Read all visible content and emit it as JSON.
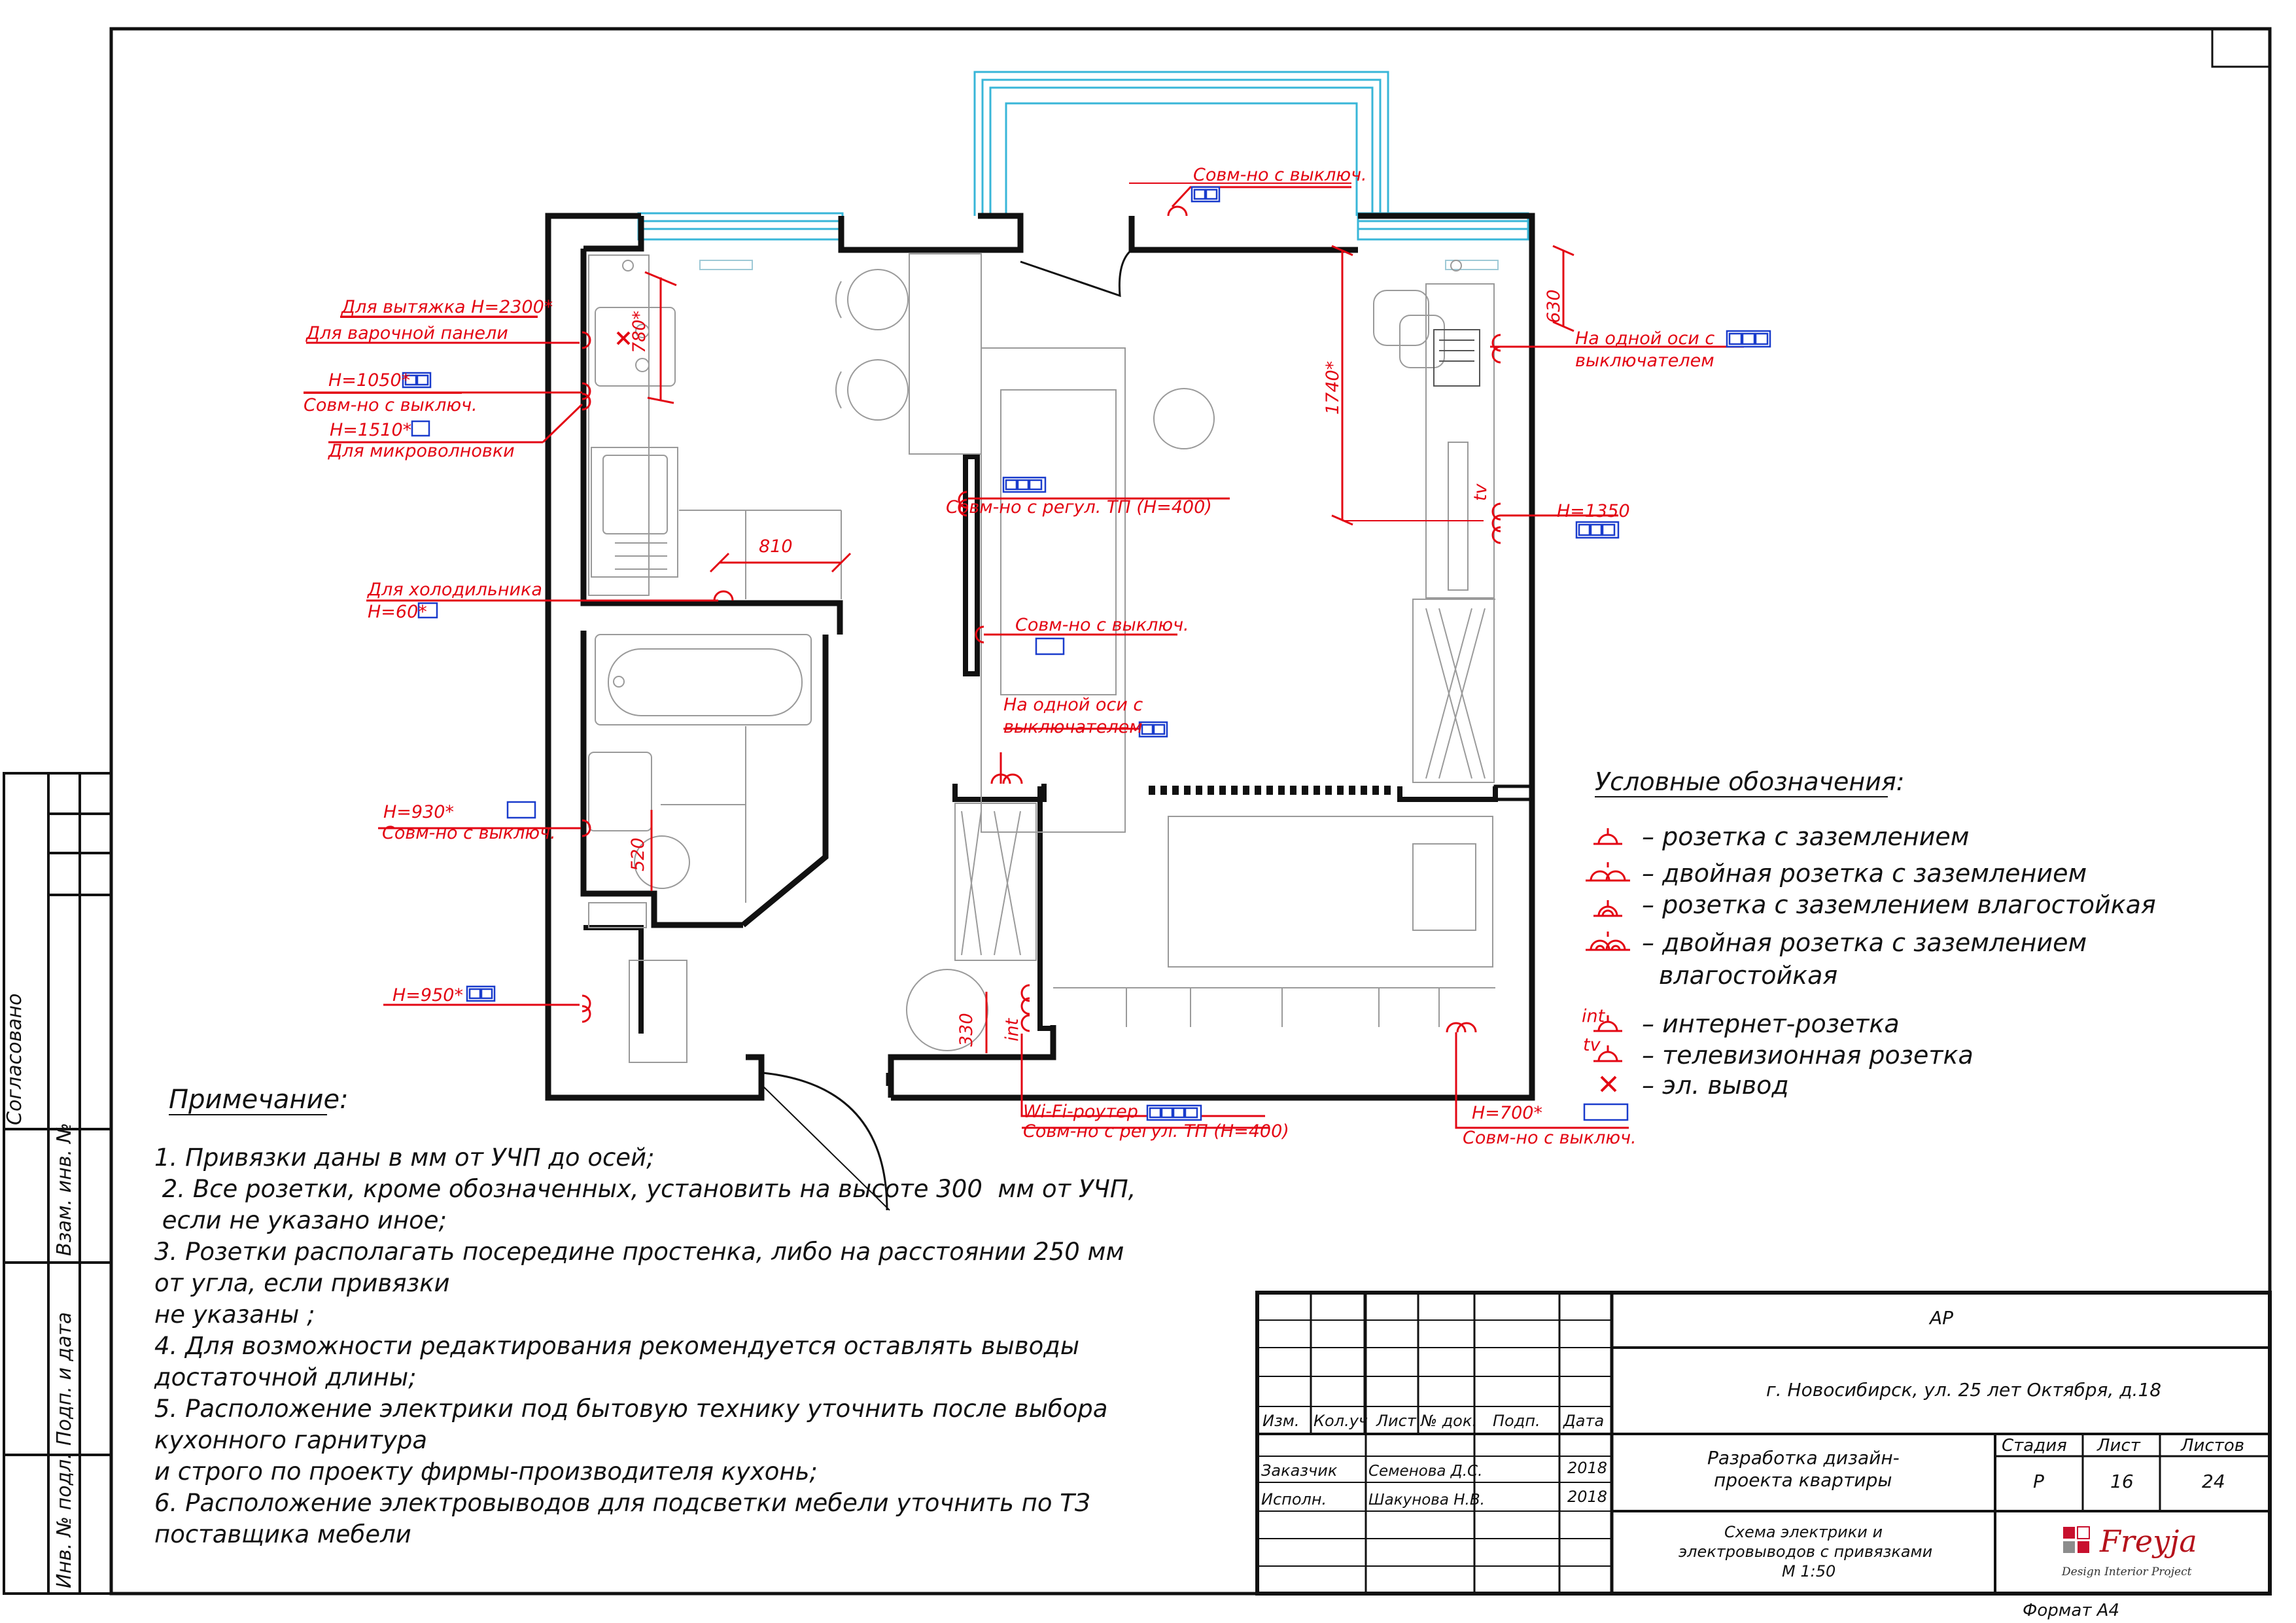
{
  "callouts": {
    "hood": "Для вытяжка Н=2300*",
    "hob": "Для варочной панели",
    "dim_780": "780*",
    "h1050": "Н=1050*",
    "h1050_sub": "Совм-но с выключ.",
    "h1510": "Н=1510*",
    "microwave": "Для микроволновки",
    "fridge": "Для холодильника",
    "fridge_h": "Н=60*",
    "dim_810": "810",
    "balcony": "Совм-но с выключ.",
    "col_reg": "Совм-но с регул. ТП (Н=400)",
    "col_sw": "Совм-но с выключ.",
    "same_axis_mid_1": "На одной оси с",
    "same_axis_mid_2": "выключателем",
    "h930": "Н=930*",
    "h930_sub": "Совм-но с выключ.",
    "dim_520": "520",
    "h950": "Н=950*",
    "dim_330": "330",
    "int_small": "int",
    "wifi": "Wi-Fi-роутер",
    "wifi_sub": "Совм-но с регул. ТП (Н=400)",
    "h700": "Н=700*",
    "h700_sub": "Совм-но с выключ.",
    "dim_630": "630",
    "dim_1740": "1740*",
    "same_axis_right_1": "На одной оси с",
    "same_axis_right_2": "выключателем",
    "h1350": "Н=1350",
    "tv_small": "tv"
  },
  "legend": {
    "title": "Условные обозначения:",
    "items": [
      "– розетка с заземлением",
      "– двойная розетка с заземлением",
      "– розетка с заземлением влагостойкая",
      "– двойная розетка с заземлением",
      "влагостойкая",
      "– интернет-розетка",
      "– телевизионная розетка",
      "– эл. вывод"
    ],
    "int_tag": "int",
    "tv_tag": "tv"
  },
  "notes": {
    "title": "Примечание:",
    "lines": [
      "1. Привязки даны в мм от УЧП до осей;",
      " 2. Все розетки, кроме обозначенных, установить на высоте 300  мм от УЧП,",
      " если не указано иное;",
      "3.  Розетки располагать посередине простенка, либо на расстоянии 250 мм",
      "от угла, если привязки",
      "не указаны ;",
      "4. Для возможности редактирования рекомендуется оставлять выводы",
      "достаточной длины;",
      "5. Расположение электрики под бытовую технику уточнить после выбора",
      "кухонного гарнитура",
      "и строго по проекту фирмы-производителя кухонь;",
      "6. Расположение электровыводов для подсветки мебели уточнить по ТЗ",
      "поставщика мебели"
    ]
  },
  "side_stamp": {
    "agreed": "Согласовано",
    "inv_zam": "Взам. инв. №",
    "sign_date": "Подп. и дата",
    "inv_orig": "Инв. № подл."
  },
  "title_block": {
    "code": "АР",
    "address": "г. Новосибирск, ул. 25 лет Октября, д.18",
    "headers": [
      "Изм.",
      "Кол.уч",
      "Лист",
      "№ док.",
      "Подп.",
      "Дата"
    ],
    "customer_role": "Заказчик",
    "customer_name": "Семенова Д.С.",
    "customer_year": "2018",
    "executor_role": "Исполн.",
    "executor_name": "Шакунова Н.В.",
    "executor_year": "2018",
    "project_1": "Разработка  дизайн-",
    "project_2": "проекта  квартиры",
    "stage_h": "Стадия",
    "sheet_h": "Лист",
    "sheets_h": "Листов",
    "stage": "Р",
    "sheet": "16",
    "sheets": "24",
    "drawing_1": "Схема электрики и",
    "drawing_2": "электровыводов с привязками",
    "drawing_3": "М 1:50",
    "brand": "Freyja",
    "brand_sub": "Design Interior Project",
    "format": "Формат  А4"
  },
  "colors": {
    "annotation": "#e30613",
    "symbol_blue": "#1a3ccc",
    "glazing": "#38b6d8",
    "line": "#111111"
  }
}
